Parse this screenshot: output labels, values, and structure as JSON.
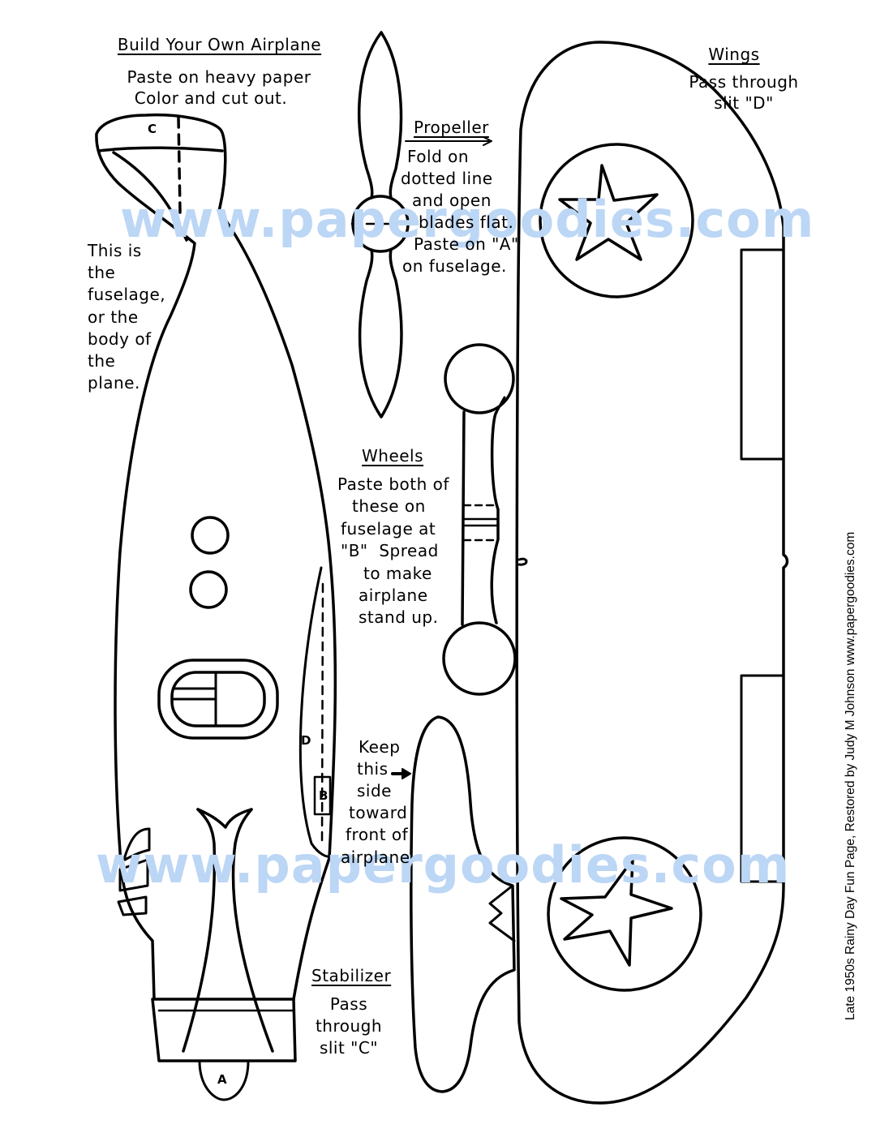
{
  "title": "Build Your Own Airplane",
  "intro_lines": [
    "Paste on heavy paper",
    "Color and cut out."
  ],
  "fuselage": {
    "text_lines": [
      "This is",
      "the",
      "fuselage,",
      "or the",
      "body of",
      "the",
      "plane."
    ],
    "labels": {
      "a": "A",
      "b": "B",
      "c": "C",
      "d": "D"
    }
  },
  "propeller": {
    "heading": "Propeller",
    "text_lines": [
      "Fold on",
      "dotted line",
      "and open",
      "blades flat.",
      "Paste on \"A\"",
      "on fuselage."
    ]
  },
  "wheels": {
    "heading": "Wheels",
    "text_lines": [
      "Paste both of",
      "these on",
      "fuselage at",
      "\"B\"  Spread",
      "to make",
      "airplane",
      "stand up."
    ]
  },
  "wings": {
    "heading": "Wings",
    "text_lines": [
      "Pass through",
      "slit \"D\""
    ]
  },
  "keep_note": {
    "text_lines": [
      "Keep",
      "this",
      "side",
      "toward",
      "front of",
      "airplane"
    ]
  },
  "stabilizer": {
    "heading": "Stabilizer",
    "text_lines": [
      "Pass",
      "through",
      "slit \"C\""
    ]
  },
  "watermark": "www.papergoodies.com",
  "credit": "Late 1950s Rainy Day Fun Page, Restored by Judy M Johnson www.papergoodies.com",
  "colors": {
    "ink": "#000000",
    "paper": "#ffffff",
    "watermark": "#bcd6f5"
  }
}
